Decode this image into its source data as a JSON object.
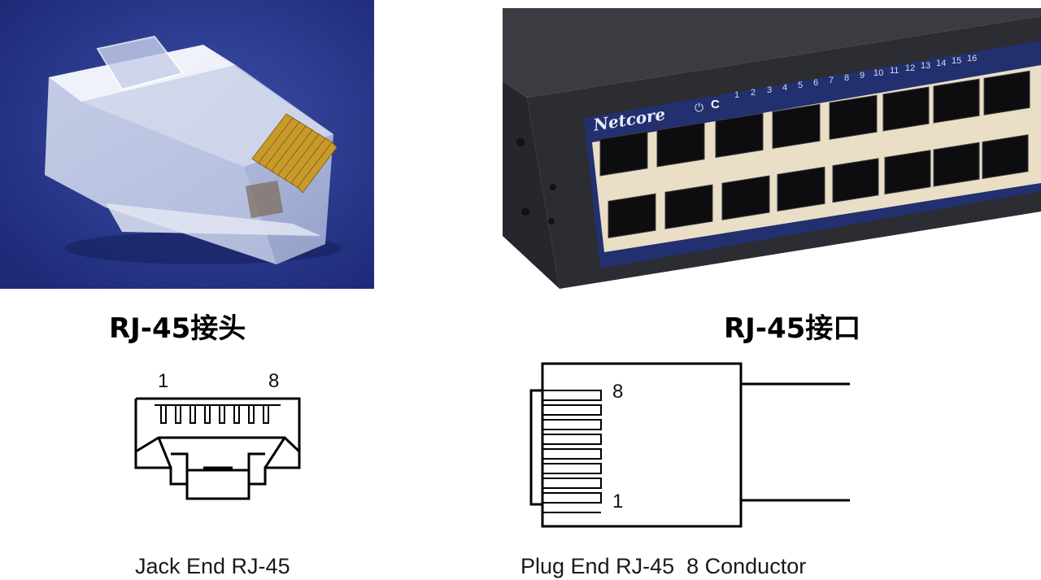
{
  "top_left": {
    "caption": "RJ-45接头"
  },
  "top_right": {
    "caption": "RJ-45接口",
    "brand": "Netcore",
    "status_labels": [
      "⏻",
      "C"
    ],
    "port_numbers": [
      "1",
      "2",
      "3",
      "4",
      "5",
      "6",
      "7",
      "8",
      "9",
      "10",
      "11",
      "12",
      "13",
      "14",
      "15",
      "16"
    ]
  },
  "jack_diagram": {
    "pin_first": "1",
    "pin_last": "8",
    "caption": "Jack End RJ-45"
  },
  "plug_diagram": {
    "pin_top": "8",
    "pin_bottom": "1",
    "caption": "Plug End RJ-45  8 Conductor"
  },
  "colors": {
    "photo_bg_blue": "#2a3a8c",
    "switch_body": "#2b2d33",
    "switch_panel": "#223070",
    "gold_pins": "#c89a2a"
  }
}
